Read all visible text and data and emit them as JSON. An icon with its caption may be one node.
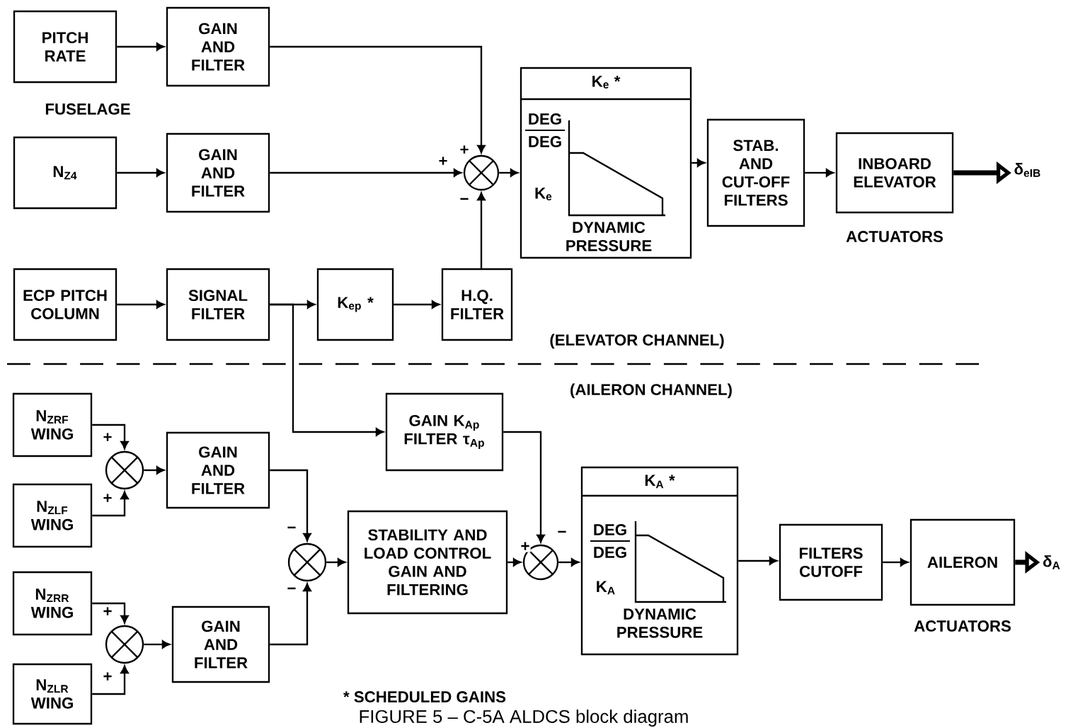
{
  "diagram": {
    "caption": "FIGURE 5 – C-5A ALDCS block diagram",
    "nodes": [
      {
        "text": [
          "PITCH RATE"
        ]
      },
      {
        "text": [
          "GAIN AND FILTER"
        ]
      },
      {
        "text": [
          "N$_{Z4}$"
        ],
        "beside": [
          "FUSELAGE"
        ]
      },
      {
        "text": [
          "GAIN AND FILTER"
        ]
      },
      {
        "text": [
          "ECP PITCH COLUMN"
        ]
      },
      {
        "text": [
          "SIGNAL FILTER"
        ]
      },
      {
        "text": [
          "K$_{ep}$ *"
        ]
      },
      {
        "text": [
          "H.Q. FILTER"
        ]
      },
      {
        "text": [],
        "shape": "circle"
      },
      {
        "text": [
          "K$_{e}$ *",
          "DEG",
          "DEG",
          "K$_{e}$",
          "DYNAMIC PRESSURE"
        ]
      },
      {
        "text": [
          "STAB. AND CUT-OFF FILTERS"
        ]
      },
      {
        "text": [
          "INBOARD ELEVATOR"
        ],
        "beside": [
          "ACTUATORS"
        ]
      },
      {
        "text": [
          "δ$_{eIB}$"
        ]
      },
      {
        "text": [
          "N$_{ZRF}$ WING"
        ]
      },
      {
        "text": [
          "N$_{ZLF}$ WING"
        ]
      },
      {
        "text": [],
        "shape": "circle"
      },
      {
        "text": [
          "GAIN AND FILTER"
        ]
      },
      {
        "text": [
          "N$_{ZRR}$ WING"
        ]
      },
      {
        "text": [
          "N$_{ZLR}$ WING"
        ]
      },
      {
        "text": [],
        "shape": "circle"
      },
      {
        "text": [
          "GAIN AND FILTER"
        ]
      },
      {
        "text": [],
        "shape": "circle"
      },
      {
        "text": [
          "STABILITY AND LOAD CONTROL GAIN AND FILTERING"
        ]
      },
      {
        "text": [
          "GAIN K$_{Ap}$ FILTER τ$_{Ap}$"
        ]
      },
      {
        "text": [],
        "shape": "circle"
      },
      {
        "text": [
          "K$_{A}$ *",
          "DEG",
          "DEG",
          "K$_{A}$",
          "DYNAMIC PRESSURE"
        ]
      },
      {
        "text": [
          "FILTERS CUTOFF"
        ]
      },
      {
        "text": [
          "AILERON"
        ],
        "beside": [
          "ACTUATORS"
        ]
      },
      {
        "text": [
          "δ$_{A}$"
        ]
      }
    ],
    "edges": [
      {
        "from": 0,
        "to": 1,
        "arrow": "to"
      },
      {
        "from": 1,
        "to": 8,
        "arrow": "to",
        "label": "+"
      },
      {
        "from": 2,
        "to": 3,
        "arrow": "to"
      },
      {
        "from": 3,
        "to": 8,
        "arrow": "to",
        "label": "+"
      },
      {
        "from": 4,
        "to": 5,
        "arrow": "to"
      },
      {
        "from": 5,
        "to": 6,
        "arrow": "to"
      },
      {
        "from": 6,
        "to": 7,
        "arrow": "to"
      },
      {
        "from": 7,
        "to": 8,
        "arrow": "to",
        "label": "−"
      },
      {
        "from": 8,
        "to": 9,
        "arrow": "to"
      },
      {
        "from": 9,
        "to": 10,
        "arrow": "to"
      },
      {
        "from": 10,
        "to": 11,
        "arrow": "to"
      },
      {
        "from": 11,
        "to": 12,
        "arrow": "to",
        "style": "thick"
      },
      {
        "from": 5,
        "to": 23,
        "arrow": "to"
      },
      {
        "from": 13,
        "to": 15,
        "arrow": "to",
        "label": "+"
      },
      {
        "from": 14,
        "to": 15,
        "arrow": "to",
        "label": "+"
      },
      {
        "from": 15,
        "to": 16,
        "arrow": "to"
      },
      {
        "from": 17,
        "to": 19,
        "arrow": "to",
        "label": "+"
      },
      {
        "from": 18,
        "to": 19,
        "arrow": "to",
        "label": "+"
      },
      {
        "from": 19,
        "to": 20,
        "arrow": "to"
      },
      {
        "from": 16,
        "to": 21,
        "arrow": "to",
        "label": "−"
      },
      {
        "from": 20,
        "to": 21,
        "arrow": "to",
        "label": "−"
      },
      {
        "from": 21,
        "to": 22,
        "arrow": "to"
      },
      {
        "from": 22,
        "to": 24,
        "arrow": "to",
        "label": "+"
      },
      {
        "from": 23,
        "to": 24,
        "arrow": "to",
        "label": "−"
      },
      {
        "from": 24,
        "to": 25,
        "arrow": "to"
      },
      {
        "from": 25,
        "to": 26,
        "arrow": "to"
      },
      {
        "from": 26,
        "to": 27,
        "arrow": "to"
      },
      {
        "from": 27,
        "to": 28,
        "arrow": "to",
        "style": "thick"
      }
    ],
    "labels": [
      "(ELEVATOR CHANNEL)",
      "(AILERON CHANNEL)",
      "* SCHEDULED GAINS"
    ]
  }
}
